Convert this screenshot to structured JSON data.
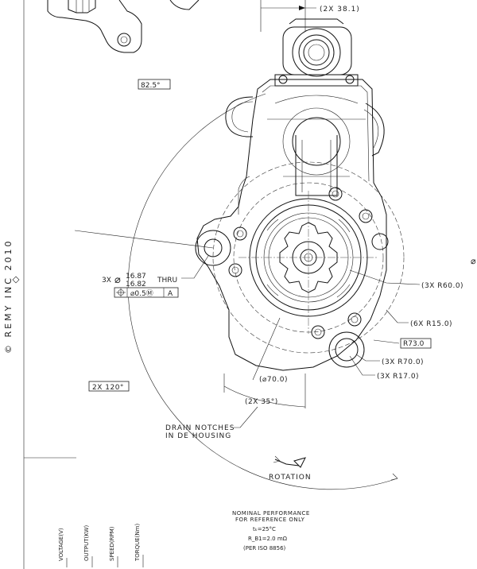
{
  "copyright": "© REMY INC 2010",
  "dims": {
    "top_2x": "(2X 38.1)",
    "angle_82": "82.5°",
    "holes_prefix": "3X",
    "holes_dia_upper": "16.87",
    "holes_dia_lower": "16.82",
    "holes_thru": "THRU",
    "fcf_value": "⌀0.5Ⓜ",
    "fcf_datum": "A",
    "r60": "(3X R60.0)",
    "r15": "(6X R15.0)",
    "r73": "R73.0",
    "r70": "(3X R70.0)",
    "r17": "(3X R17.0)",
    "dia70": "(⌀70.0)",
    "angle_35": "(2X 35°)",
    "angle_120": "2X 120°"
  },
  "notes": {
    "drain_line1": "DRAIN NOTCHES",
    "drain_line2": "IN DE HOUSING",
    "rotation": "ROTATION",
    "perf_line1": "NOMINAL PERFORMANCE",
    "perf_line2": "FOR REFERENCE ONLY",
    "perf_line3": "tₖ=25°C",
    "perf_line4": "R_B1=2.0 mΩ",
    "perf_line5": "(PER ISO 8856)"
  },
  "axes": {
    "voltage": "VOLTAGE(V)",
    "output": "OUTPUT(KW)",
    "speed": "SPEED(RPM)",
    "torque": "TORQUE(Nm)"
  },
  "edge_symbol": "⌀"
}
